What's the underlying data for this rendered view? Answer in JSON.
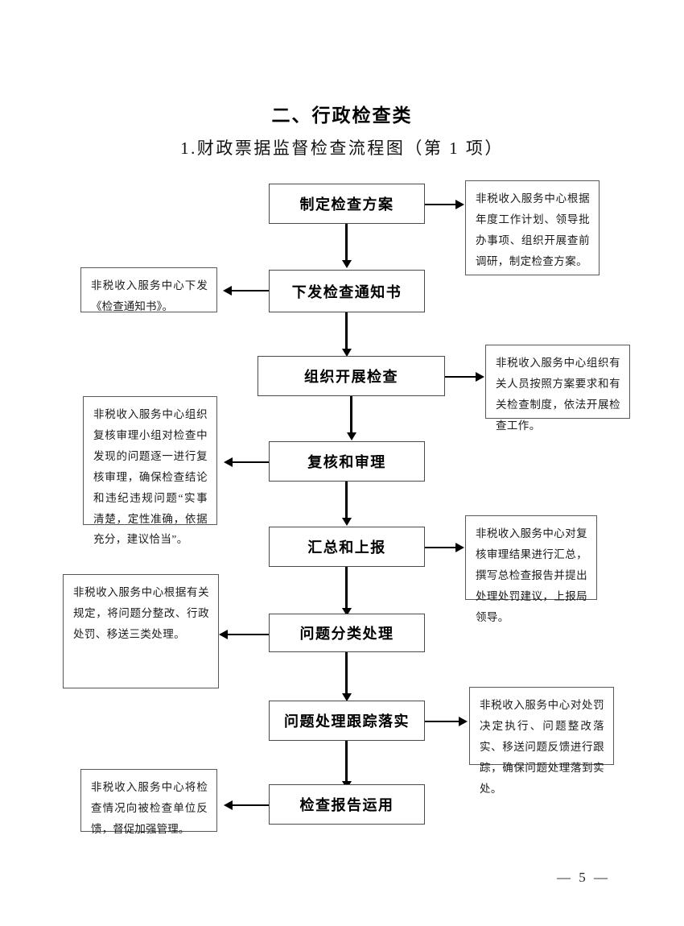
{
  "document": {
    "title": "二、行政检查类",
    "subtitle": "1.财政票据监督检查流程图（第 1 项）",
    "page_number": "— 5 —"
  },
  "flowchart": {
    "type": "flowchart",
    "orientation": "top-to-bottom",
    "nodes": [
      {
        "id": "n1",
        "label": "制定检查方案",
        "note_side": "right"
      },
      {
        "id": "n2",
        "label": "下发检查通知书",
        "note_side": "left"
      },
      {
        "id": "n3",
        "label": "组织开展检查",
        "note_side": "right"
      },
      {
        "id": "n4",
        "label": "复核和审理",
        "note_side": "left"
      },
      {
        "id": "n5",
        "label": "汇总和上报",
        "note_side": "right"
      },
      {
        "id": "n6",
        "label": "问题分类处理",
        "note_side": "left"
      },
      {
        "id": "n7",
        "label": "问题处理跟踪落实",
        "note_side": "right"
      },
      {
        "id": "n8",
        "label": "检查报告运用",
        "note_side": "left"
      }
    ],
    "notes": [
      {
        "id": "note1",
        "for": "n1",
        "side": "right",
        "text": "非税收入服务中心根据年度工作计划、领导批办事项、组织开展查前调研，制定检查方案。"
      },
      {
        "id": "note2",
        "for": "n2",
        "side": "left",
        "text": "非税收入服务中心下发《检查通知书》。"
      },
      {
        "id": "note3",
        "for": "n3",
        "side": "right",
        "text": "非税收入服务中心组织有关人员按照方案要求和有关检查制度，依法开展检查工作。"
      },
      {
        "id": "note4",
        "for": "n4",
        "side": "left",
        "text": "非税收入服务中心组织复核审理小组对检查中发现的问题逐一进行复核审理，确保检查结论和违纪违规问题“实事清楚，定性准确，依据充分，建议恰当”。"
      },
      {
        "id": "note5",
        "for": "n5",
        "side": "right",
        "text": "非税收入服务中心对复核审理结果进行汇总，撰写总检查报告并提出处理处罚建议，上报局领导。"
      },
      {
        "id": "note6",
        "for": "n6",
        "side": "left",
        "text": "非税收入服务中心根据有关规定，将问题分整改、行政处罚、移送三类处理。"
      },
      {
        "id": "note7",
        "for": "n7",
        "side": "right",
        "text": "非税收入服务中心对处罚决定执行、问题整改落实、移送问题反馈进行跟踪，确保问题处理落到实处。"
      },
      {
        "id": "note8",
        "for": "n8",
        "side": "left",
        "text": "非税收入服务中心将检查情况向被检查单位反馈，督促加强管理。"
      }
    ],
    "edges": [
      {
        "from": "n1",
        "to": "n2",
        "direction": "down"
      },
      {
        "from": "n2",
        "to": "n3",
        "direction": "down"
      },
      {
        "from": "n3",
        "to": "n4",
        "direction": "down"
      },
      {
        "from": "n4",
        "to": "n5",
        "direction": "down"
      },
      {
        "from": "n5",
        "to": "n6",
        "direction": "down"
      },
      {
        "from": "n6",
        "to": "n7",
        "direction": "down"
      },
      {
        "from": "n7",
        "to": "n8",
        "direction": "down"
      },
      {
        "from": "n1",
        "to": "note1",
        "direction": "right"
      },
      {
        "from": "n2",
        "to": "note2",
        "direction": "left"
      },
      {
        "from": "n3",
        "to": "note3",
        "direction": "right"
      },
      {
        "from": "n4",
        "to": "note4",
        "direction": "left"
      },
      {
        "from": "n5",
        "to": "note5",
        "direction": "right"
      },
      {
        "from": "n6",
        "to": "note6",
        "direction": "left"
      },
      {
        "from": "n7",
        "to": "note7",
        "direction": "right"
      },
      {
        "from": "n8",
        "to": "note8",
        "direction": "left"
      }
    ]
  }
}
